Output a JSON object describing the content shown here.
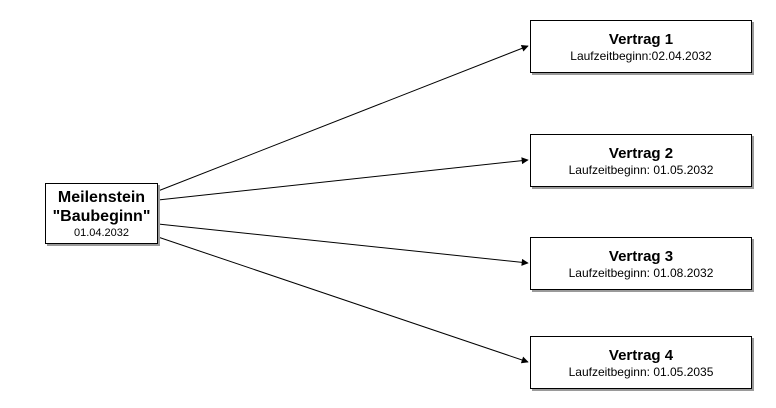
{
  "milestone": {
    "title_line1": "Meilenstein",
    "title_line2": "\"Baubeginn\"",
    "date": "01.04.2032"
  },
  "contracts": [
    {
      "title": "Vertrag 1",
      "subtitle": "Laufzeitbeginn:02.04.2032"
    },
    {
      "title": "Vertrag 2",
      "subtitle": "Laufzeitbeginn: 01.05.2032"
    },
    {
      "title": "Vertrag 3",
      "subtitle": "Laufzeitbeginn: 01.08.2032"
    },
    {
      "title": "Vertrag 4",
      "subtitle": "Laufzeitbeginn: 01.05.2035"
    }
  ],
  "colors": {
    "node_border": "#000000",
    "node_background": "#ffffff",
    "node_shadow": "#9a9a9a",
    "connector": "#000000",
    "text": "#000000"
  }
}
